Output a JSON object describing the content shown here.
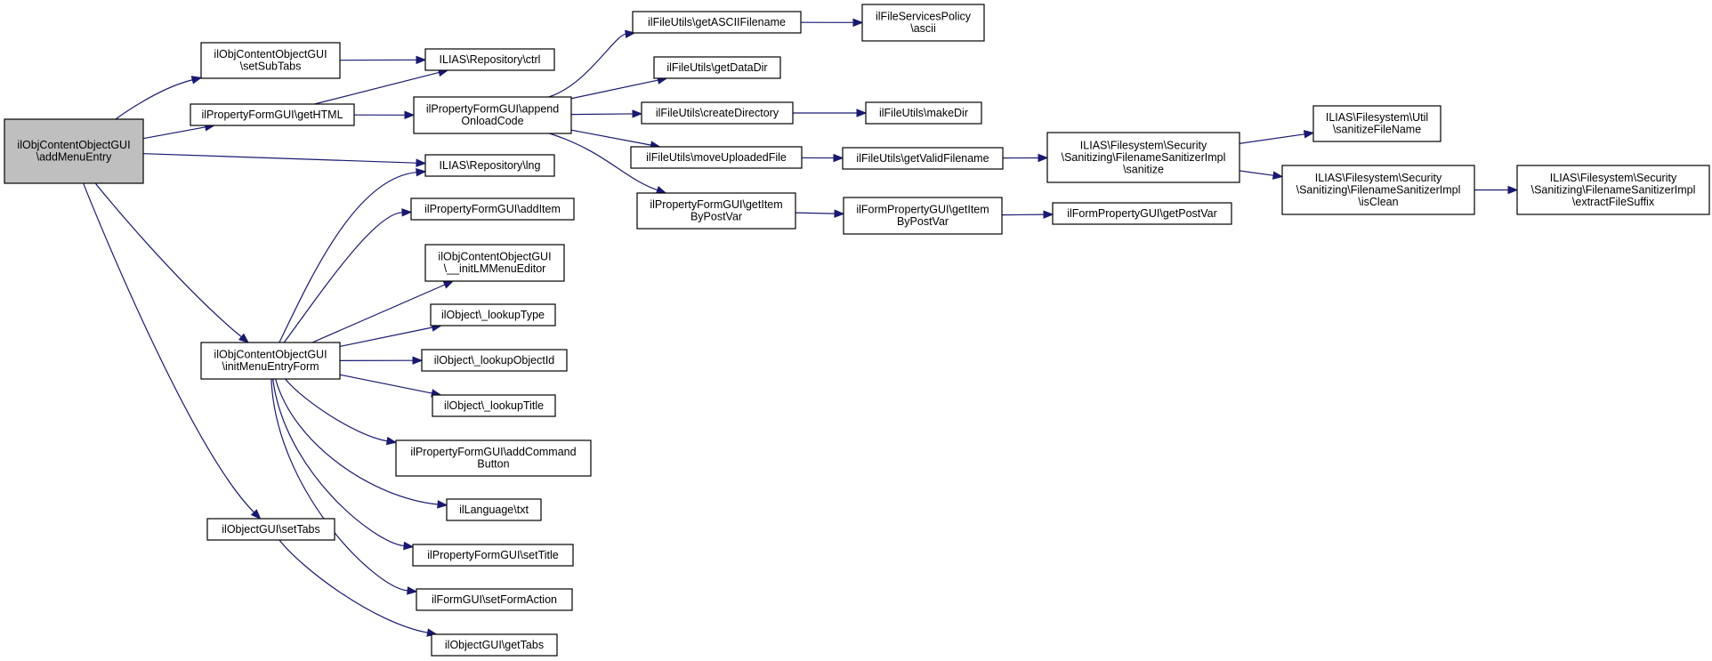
{
  "diagram": {
    "title": "",
    "colors": {
      "root_fill": "#bfbfbf",
      "node_fill": "#ffffff",
      "edge": "#191970"
    },
    "nodes": [
      {
        "id": "root",
        "lines": [
          "ilObjContentObjectGUI",
          "\\addMenuEntry"
        ],
        "root": true
      },
      {
        "id": "setSubTabs",
        "lines": [
          "ilObjContentObjectGUI",
          "\\setSubTabs"
        ]
      },
      {
        "id": "getHTML",
        "lines": [
          "ilPropertyFormGUI\\getHTML"
        ]
      },
      {
        "id": "initMenuEntryForm",
        "lines": [
          "ilObjContentObjectGUI",
          "\\initMenuEntryForm"
        ]
      },
      {
        "id": "setTabs",
        "lines": [
          "ilObjectGUI\\setTabs"
        ]
      },
      {
        "id": "ctrl",
        "lines": [
          "ILIAS\\Repository\\ctrl"
        ]
      },
      {
        "id": "appendOnloadCode",
        "lines": [
          "ilPropertyFormGUI\\append",
          "OnloadCode"
        ]
      },
      {
        "id": "lng",
        "lines": [
          "ILIAS\\Repository\\lng"
        ]
      },
      {
        "id": "addItem",
        "lines": [
          "ilPropertyFormGUI\\addItem"
        ]
      },
      {
        "id": "initLMMenuEditor",
        "lines": [
          "ilObjContentObjectGUI",
          "\\__initLMMenuEditor"
        ]
      },
      {
        "id": "lookupType",
        "lines": [
          "ilObject\\_lookupType"
        ]
      },
      {
        "id": "lookupObjectId",
        "lines": [
          "ilObject\\_lookupObjectId"
        ]
      },
      {
        "id": "lookupTitle",
        "lines": [
          "ilObject\\_lookupTitle"
        ]
      },
      {
        "id": "addCommandButton",
        "lines": [
          "ilPropertyFormGUI\\addCommand",
          "Button"
        ]
      },
      {
        "id": "txt",
        "lines": [
          "ilLanguage\\txt"
        ]
      },
      {
        "id": "setTitle",
        "lines": [
          "ilPropertyFormGUI\\setTitle"
        ]
      },
      {
        "id": "setFormAction",
        "lines": [
          "ilFormGUI\\setFormAction"
        ]
      },
      {
        "id": "getTabs",
        "lines": [
          "ilObjectGUI\\getTabs"
        ]
      },
      {
        "id": "getASCIIFilename",
        "lines": [
          "ilFileUtils\\getASCIIFilename"
        ]
      },
      {
        "id": "getDataDir",
        "lines": [
          "ilFileUtils\\getDataDir"
        ]
      },
      {
        "id": "createDirectory",
        "lines": [
          "ilFileUtils\\createDirectory"
        ]
      },
      {
        "id": "moveUploadedFile",
        "lines": [
          "ilFileUtils\\moveUploadedFile"
        ]
      },
      {
        "id": "propGetItemByPostVar",
        "lines": [
          "ilPropertyFormGUI\\getItem",
          "ByPostVar"
        ]
      },
      {
        "id": "ascii",
        "lines": [
          "ilFileServicesPolicy",
          "\\ascii"
        ]
      },
      {
        "id": "makeDir",
        "lines": [
          "ilFileUtils\\makeDir"
        ]
      },
      {
        "id": "getValidFilename",
        "lines": [
          "ilFileUtils\\getValidFilename"
        ]
      },
      {
        "id": "formGetItemByPostVar",
        "lines": [
          "ilFormPropertyGUI\\getItem",
          "ByPostVar"
        ]
      },
      {
        "id": "sanitize",
        "lines": [
          "ILIAS\\Filesystem\\Security",
          "\\Sanitizing\\FilenameSanitizerImpl",
          "\\sanitize"
        ]
      },
      {
        "id": "getPostVar",
        "lines": [
          "ilFormPropertyGUI\\getPostVar"
        ]
      },
      {
        "id": "sanitizeFileName",
        "lines": [
          "ILIAS\\Filesystem\\Util",
          "\\sanitizeFileName"
        ]
      },
      {
        "id": "isClean",
        "lines": [
          "ILIAS\\Filesystem\\Security",
          "\\Sanitizing\\FilenameSanitizerImpl",
          "\\isClean"
        ]
      },
      {
        "id": "extractFileSuffix",
        "lines": [
          "ILIAS\\Filesystem\\Security",
          "\\Sanitizing\\FilenameSanitizerImpl",
          "\\extractFileSuffix"
        ]
      }
    ],
    "edges": [
      [
        "root",
        "setSubTabs"
      ],
      [
        "root",
        "getHTML"
      ],
      [
        "root",
        "lng"
      ],
      [
        "root",
        "initMenuEntryForm"
      ],
      [
        "root",
        "setTabs"
      ],
      [
        "setSubTabs",
        "ctrl"
      ],
      [
        "getHTML",
        "ctrl"
      ],
      [
        "getHTML",
        "appendOnloadCode"
      ],
      [
        "appendOnloadCode",
        "getASCIIFilename"
      ],
      [
        "appendOnloadCode",
        "getDataDir"
      ],
      [
        "appendOnloadCode",
        "createDirectory"
      ],
      [
        "appendOnloadCode",
        "moveUploadedFile"
      ],
      [
        "appendOnloadCode",
        "propGetItemByPostVar"
      ],
      [
        "getASCIIFilename",
        "ascii"
      ],
      [
        "createDirectory",
        "makeDir"
      ],
      [
        "moveUploadedFile",
        "getValidFilename"
      ],
      [
        "getValidFilename",
        "sanitize"
      ],
      [
        "sanitize",
        "sanitizeFileName"
      ],
      [
        "sanitize",
        "isClean"
      ],
      [
        "isClean",
        "extractFileSuffix"
      ],
      [
        "propGetItemByPostVar",
        "formGetItemByPostVar"
      ],
      [
        "formGetItemByPostVar",
        "getPostVar"
      ],
      [
        "initMenuEntryForm",
        "lng"
      ],
      [
        "initMenuEntryForm",
        "addItem"
      ],
      [
        "initMenuEntryForm",
        "initLMMenuEditor"
      ],
      [
        "initMenuEntryForm",
        "lookupType"
      ],
      [
        "initMenuEntryForm",
        "lookupObjectId"
      ],
      [
        "initMenuEntryForm",
        "lookupTitle"
      ],
      [
        "initMenuEntryForm",
        "addCommandButton"
      ],
      [
        "initMenuEntryForm",
        "txt"
      ],
      [
        "initMenuEntryForm",
        "setTitle"
      ],
      [
        "initMenuEntryForm",
        "setFormAction"
      ],
      [
        "setTabs",
        "getTabs"
      ]
    ]
  }
}
